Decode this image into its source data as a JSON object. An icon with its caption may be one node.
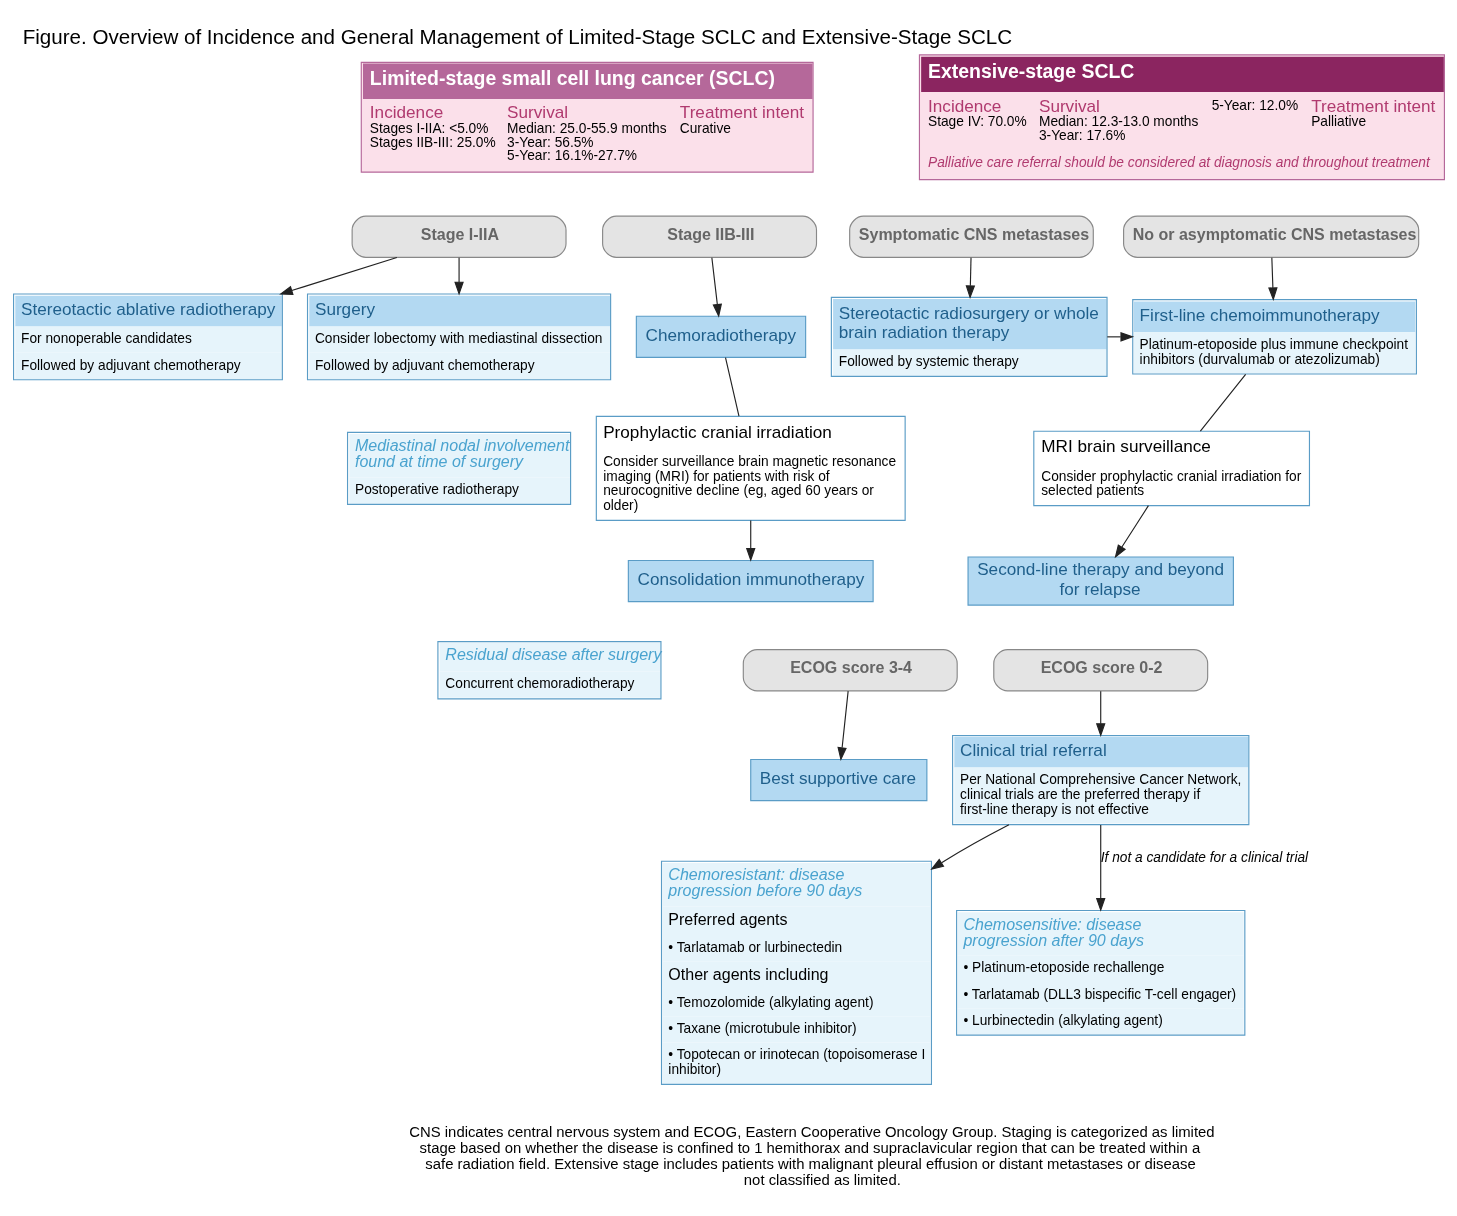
{
  "diagram": {
    "title": "Figure. Overview of Incidence and General Management of Limited-Stage SCLC and Extensive-Stage SCLC",
    "caption": "CNS indicates central nervous system and ECOG, Eastern Cooperative Oncology Group. Staging is categorized as limited stage based on whether the disease is confined to 1 hemithorax and supraclavicular region that can be treated within a safe radiation field. Extensive stage includes patients with malignant pleural effusion or distant metastases or disease not classified as limited.",
    "nodes": [
      {
        "text": [
          "Limited-stage small cell lung cancer (SCLC)",
          "Incidence",
          "Stages I-IIA: <5.0%",
          "Stages IIB-III: 25.0%",
          "Survival",
          "Median: 25.0-55.9 months",
          "3-Year: 56.5%",
          "5-Year: 16.1%-27.7%",
          "Treatment intent",
          "Curative"
        ]
      },
      {
        "text": [
          "Stage I-IIA"
        ]
      },
      {
        "text": [
          "Stage IIB-III"
        ]
      },
      {
        "text": [
          "Surgery",
          "Consider lobectomy with mediastinal dissection",
          "Followed by adjuvant chemotherapy"
        ]
      },
      {
        "text": [
          "Mediastinal nodal involvement found at time of surgery",
          "Postoperative radiotherapy"
        ]
      },
      {
        "text": [
          "Residual disease after surgery",
          "Concurrent chemoradiotherapy"
        ]
      },
      {
        "text": [
          "Stereotactic ablative radiotherapy",
          "For nonoperable candidates",
          "Followed by adjuvant chemotherapy"
        ]
      },
      {
        "text": [
          "Chemoradiotherapy"
        ]
      },
      {
        "text": [
          "Prophylactic cranial irradiation",
          "Consider surveillance brain magnetic resonance imaging (MRI) for patients with risk of neurocognitive decline (eg, aged 60 years or older)"
        ]
      },
      {
        "text": [
          "Consolidation immunotherapy"
        ]
      },
      {
        "text": [
          "Extensive-stage SCLC",
          "Incidence",
          "Stage IV: 70.0%",
          "Survival",
          "Median: 12.3-13.0 months",
          "3-Year: 17.6%",
          "5-Year: 12.0%",
          "Treatment intent",
          "Palliative",
          "Palliative care referral should be considered at diagnosis and throughout treatment"
        ]
      },
      {
        "text": [
          "No or asymptomatic CNS metastases"
        ]
      },
      {
        "text": [
          "Symptomatic CNS metastases"
        ]
      },
      {
        "text": [
          "First-line chemoimmunotherapy",
          "Platinum-etoposide plus immune checkpoint inhibitors (durvalumab or atezolizumab)"
        ]
      },
      {
        "text": [
          "Stereotactic radiosurgery or whole brain radiation therapy",
          "Followed by systemic therapy"
        ]
      },
      {
        "text": [
          "MRI brain surveillance",
          "Consider prophylactic cranial irradiation for selected patients"
        ]
      },
      {
        "text": [
          "Second-line therapy and beyond for relapse"
        ]
      },
      {
        "text": [
          "ECOG score 0-2"
        ]
      },
      {
        "text": [
          "ECOG score 3-4"
        ]
      },
      {
        "text": [
          "Clinical trial referral",
          "Per National Comprehensive Cancer Network, clinical trials are the preferred therapy if first-line therapy is not effective"
        ]
      },
      {
        "text": [
          "Best supportive care"
        ]
      },
      {
        "text": [
          "Chemosensitive: disease progression after 90 days",
          "• Platinum-etoposide rechallenge",
          "• Tarlatamab (DLL3 bispecific T-cell engager)",
          "• Lurbinectedin (alkylating agent)"
        ]
      },
      {
        "text": [
          "Chemoresistant: disease progression before 90 days",
          "Preferred agents",
          "• Tarlatamab or lurbinectedin",
          "Other agents including",
          "• Temozolomide (alkylating agent)",
          "• Taxane (microtubule inhibitor)",
          "• Topotecan or irinotecan (topoisomerase I inhibitor)"
        ]
      }
    ],
    "edges": [
      {
        "from": 1,
        "to": 3,
        "arrow": "to"
      },
      {
        "from": 1,
        "to": 6,
        "arrow": "to"
      },
      {
        "from": 2,
        "to": 7,
        "arrow": "to"
      },
      {
        "from": 7,
        "to": 8,
        "arrow": "none"
      },
      {
        "from": 8,
        "to": 9,
        "arrow": "to"
      },
      {
        "from": 11,
        "to": 13,
        "arrow": "to"
      },
      {
        "from": 12,
        "to": 14,
        "arrow": "to"
      },
      {
        "from": 14,
        "to": 13,
        "arrow": "to"
      },
      {
        "from": 13,
        "to": 15,
        "arrow": "none"
      },
      {
        "from": 15,
        "to": 16,
        "arrow": "to"
      },
      {
        "from": 17,
        "to": 19,
        "arrow": "to"
      },
      {
        "from": 18,
        "to": 20,
        "arrow": "to"
      },
      {
        "from": 19,
        "to": 21,
        "arrow": "to",
        "label": "If not a candidate for a clinical trial"
      },
      {
        "from": 19,
        "to": 22,
        "arrow": "to"
      }
    ]
  }
}
